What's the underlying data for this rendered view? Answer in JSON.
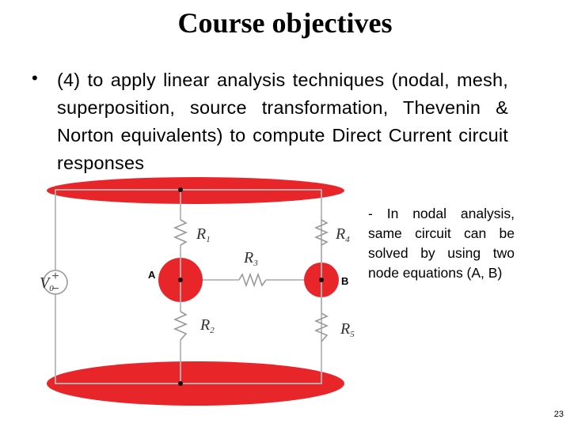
{
  "slide": {
    "title": "Course objectives",
    "bullet_marker": "•",
    "bullet_text": "(4) to apply linear analysis techniques (nodal, mesh, superposition, source transformation, Thevenin & Norton equivalents) to compute Direct Current circuit responses",
    "page_number": "23"
  },
  "side_note": {
    "text": "- In nodal analysis, same circuit can be solved by using two node equations (A, B)"
  },
  "circuit": {
    "node_labels": {
      "a": "A",
      "b": "B"
    },
    "source": {
      "symbol": "V",
      "sub": "0",
      "plus": "+",
      "minus": "−"
    },
    "resistors": [
      {
        "symbol": "R",
        "sub": "1"
      },
      {
        "symbol": "R",
        "sub": "2"
      },
      {
        "symbol": "R",
        "sub": "3"
      },
      {
        "symbol": "R",
        "sub": "4"
      },
      {
        "symbol": "R",
        "sub": "5"
      }
    ],
    "highlight_color": "#e8262a",
    "wire_color": "#b5b5b5"
  }
}
